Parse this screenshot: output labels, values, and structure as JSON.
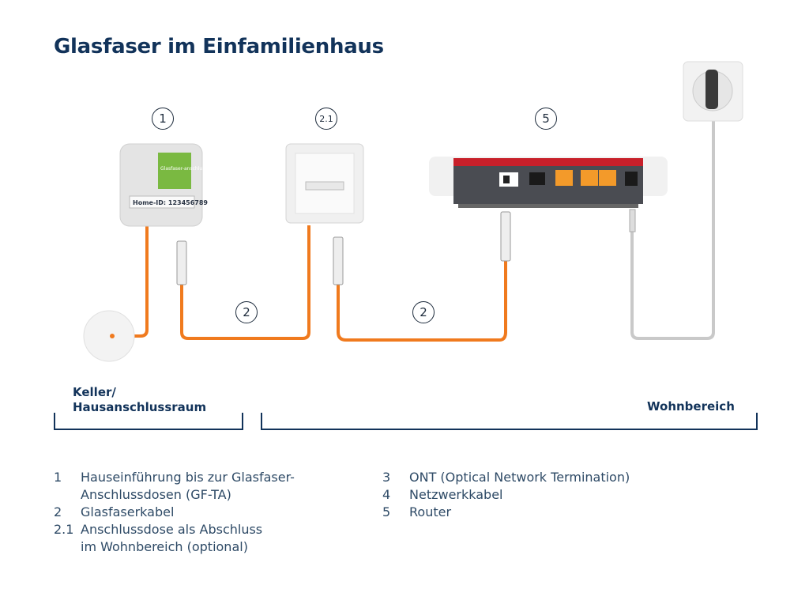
{
  "title": "Glasfaser im Einfamilienhaus",
  "markers": {
    "m1": "1",
    "m21": "2.1",
    "m5": "5",
    "m2a": "2",
    "m2b": "2"
  },
  "device_gfta": {
    "sticker_title": "Glasfaser-anschluss",
    "home_id": "Home-ID: 123456789"
  },
  "areas": {
    "keller": "Keller/\nHausanschlussraum",
    "wohn": "Wohnbereich"
  },
  "legend": [
    {
      "key": "1",
      "text": "Hauseinführung bis zur Glasfaser-\nAnschlussdosen (GF-TA)"
    },
    {
      "key": "2",
      "text": "Glasfaserkabel"
    },
    {
      "key": "2.1",
      "text": "Anschlussdose als Abschluss\nim Wohnbereich (optional)"
    },
    {
      "key": "3",
      "text": "ONT (Optical Network Termination)"
    },
    {
      "key": "4",
      "text": "Netzwerkkabel"
    },
    {
      "key": "5",
      "text": "Router"
    }
  ],
  "colors": {
    "title": "#12335a",
    "fiber": "#f07a1e",
    "power": "#c9c9c9",
    "router_red": "#c8202a"
  }
}
